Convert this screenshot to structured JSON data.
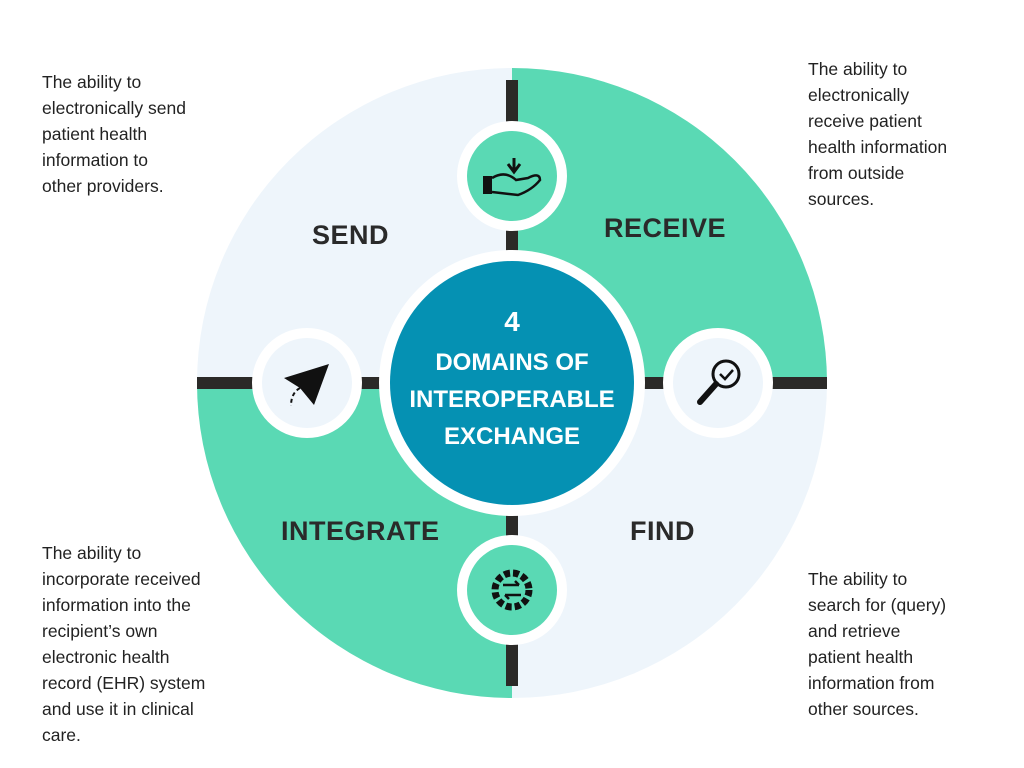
{
  "center": {
    "number": "4",
    "lines": [
      "DOMAINS OF",
      "INTEROPERABLE",
      "EXCHANGE"
    ]
  },
  "domains": {
    "send": {
      "label": "SEND",
      "description": [
        "The ability to",
        "electronically send",
        "patient health",
        "information to",
        "other providers."
      ]
    },
    "receive": {
      "label": "RECEIVE",
      "description": [
        "The ability to",
        "electronically",
        "receive patient",
        "health information",
        "from outside",
        "sources."
      ]
    },
    "integrate": {
      "label": "INTEGRATE",
      "description": [
        "The ability to",
        "incorporate received",
        "information into the",
        "recipient’s own",
        "electronic health",
        "record (EHR) system",
        "and use it in clinical",
        "care."
      ]
    },
    "find": {
      "label": "FIND",
      "description": [
        "The ability to",
        "search for (query)",
        "and retrieve",
        "patient health",
        "information from",
        "other sources."
      ]
    }
  },
  "colors": {
    "green": "#5ad9b4",
    "light": "#eef5fb",
    "teal": "#0591b3",
    "dark": "#2b2a28"
  }
}
